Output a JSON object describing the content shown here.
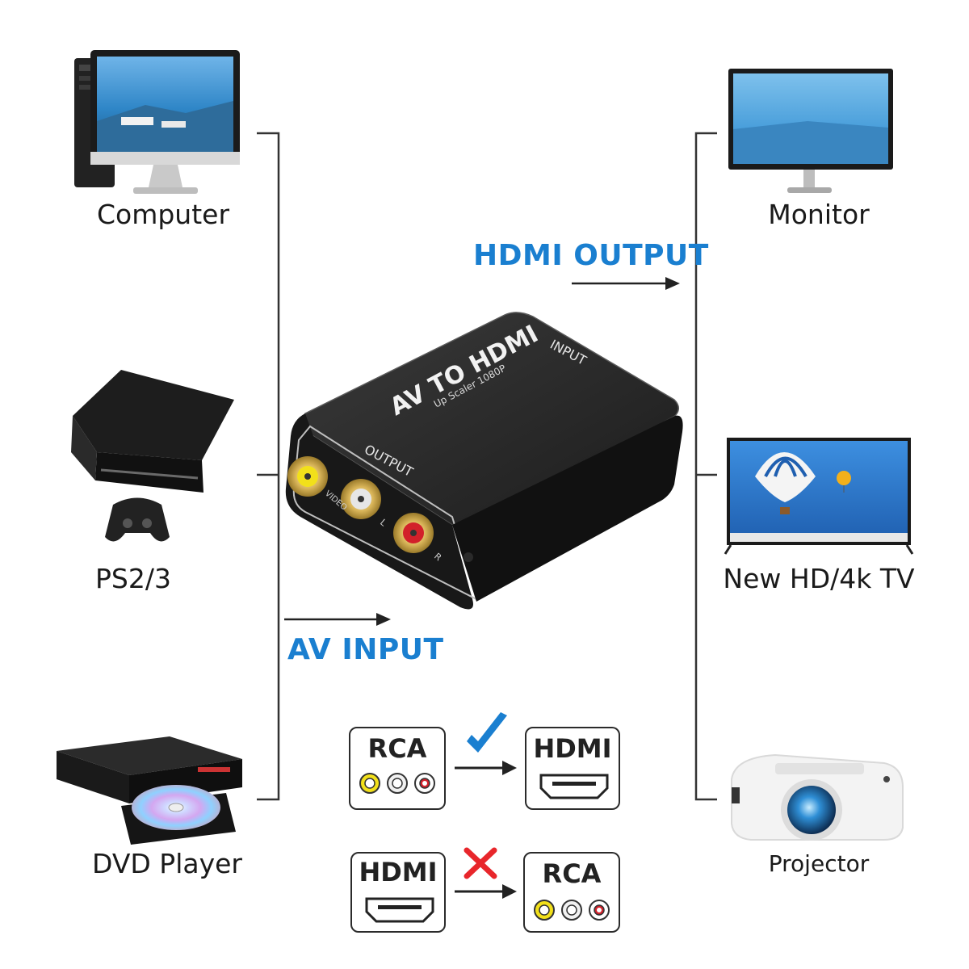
{
  "inputs": [
    {
      "label": "Computer",
      "icon": "computer-icon"
    },
    {
      "label": "PS2/3",
      "icon": "game-console-icon"
    },
    {
      "label": "DVD Player",
      "icon": "dvd-player-icon"
    }
  ],
  "outputs": [
    {
      "label": "Monitor",
      "icon": "monitor-icon"
    },
    {
      "label": "New HD/4k TV",
      "icon": "tv-icon"
    },
    {
      "label": "Projector",
      "icon": "projector-icon"
    }
  ],
  "flow": {
    "input_label": "AV INPUT",
    "output_label": "HDMI OUTPUT"
  },
  "device": {
    "name": "AV TO HDMI",
    "subtitle": "Up Scaler 1080P",
    "output_text": "OUTPUT",
    "input_text": "INPUT",
    "port_labels": [
      "VIDEO",
      "L",
      "R"
    ]
  },
  "compat": {
    "supported": {
      "from": "RCA",
      "to": "HDMI",
      "mark": "check-icon"
    },
    "unsupported": {
      "from": "HDMI",
      "to": "RCA",
      "mark": "cross-icon"
    }
  },
  "colors": {
    "accent": "#1a7fd0",
    "line": "#333333",
    "rca_yellow": "#f2e01a",
    "rca_white": "#e6e6e6",
    "rca_red": "#d2202a",
    "cross": "#e8262b",
    "check": "#1a7fd0"
  }
}
